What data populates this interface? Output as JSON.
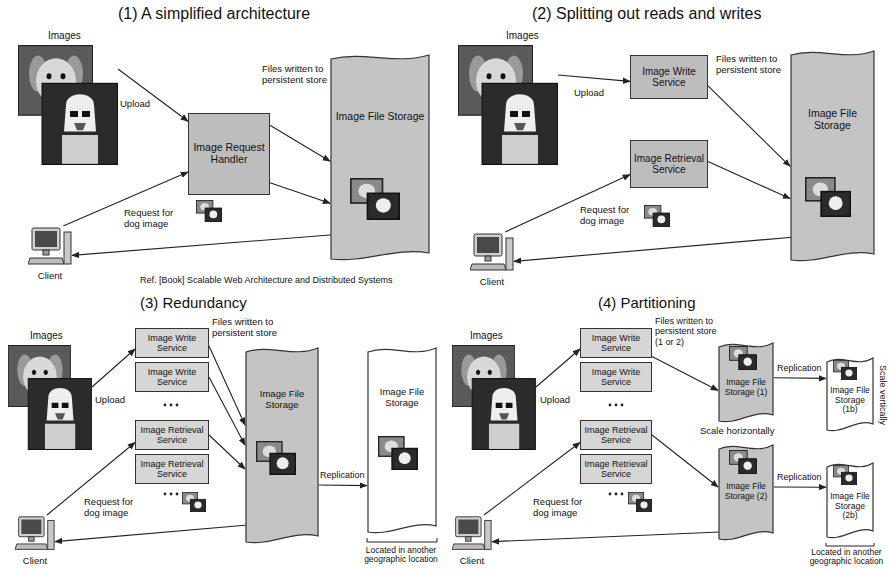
{
  "diagram": {
    "nodes": [
      {
        "text": [
          "Images"
        ]
      },
      {
        "text": [
          "Image Request Handler"
        ]
      },
      {
        "text": [
          "Image File Storage"
        ]
      },
      {
        "text": [
          "Client"
        ]
      },
      {
        "text": [
          "Images"
        ]
      },
      {
        "text": [
          "Image Write Service"
        ]
      },
      {
        "text": [
          "Image Retrieval Service"
        ]
      },
      {
        "text": [
          "Image File Storage"
        ]
      },
      {
        "text": [
          "Client"
        ]
      },
      {
        "text": [
          "Images"
        ]
      },
      {
        "text": [
          "Image Write Service"
        ]
      },
      {
        "text": [
          "Image Write Service"
        ]
      },
      {
        "text": [
          "Image Retrieval Service"
        ]
      },
      {
        "text": [
          "Image Retrieval Service"
        ]
      },
      {
        "text": [
          "Image File Storage"
        ]
      },
      {
        "text": [
          "Image File Storage"
        ]
      },
      {
        "text": [
          "Client"
        ]
      },
      {
        "text": [
          "Images"
        ]
      },
      {
        "text": [
          "Image Write Service"
        ]
      },
      {
        "text": [
          "Image Write Service"
        ]
      },
      {
        "text": [
          "Image Retrieval Service"
        ]
      },
      {
        "text": [
          "Image Retrieval Service"
        ]
      },
      {
        "text": [
          "Image File Storage (1)"
        ]
      },
      {
        "text": [
          "Image File Storage (2)"
        ]
      },
      {
        "text": [
          "Image File Storage (1b)"
        ]
      },
      {
        "text": [
          "Image File Storage (2b)"
        ]
      },
      {
        "text": [
          "Client"
        ]
      }
    ],
    "edges": [
      {
        "from": 0,
        "to": 1,
        "label": "Upload",
        "arrow": "to"
      },
      {
        "from": 1,
        "to": 2,
        "label": "Files written to persistent store",
        "arrow": "to"
      },
      {
        "from": 1,
        "to": 2,
        "arrow": "to"
      },
      {
        "from": 3,
        "to": 1,
        "label": "Request for dog image",
        "arrow": "to"
      },
      {
        "from": 2,
        "to": 3,
        "arrow": "to"
      },
      {
        "from": 4,
        "to": 5,
        "label": "Upload",
        "arrow": "to"
      },
      {
        "from": 5,
        "to": 7,
        "label": "Files written to persistent store",
        "arrow": "to"
      },
      {
        "from": 6,
        "to": 7,
        "arrow": "to"
      },
      {
        "from": 8,
        "to": 6,
        "label": "Request for dog image",
        "arrow": "to"
      },
      {
        "from": 7,
        "to": 8,
        "arrow": "to"
      },
      {
        "from": 9,
        "to": 10,
        "label": "Upload",
        "arrow": "to"
      },
      {
        "from": 10,
        "to": 14,
        "label": "Files written to persistent store",
        "arrow": "to"
      },
      {
        "from": 11,
        "to": 14,
        "arrow": "to"
      },
      {
        "from": 12,
        "to": 14,
        "arrow": "to"
      },
      {
        "from": 16,
        "to": 12,
        "label": "Request for dog image",
        "arrow": "to"
      },
      {
        "from": 14,
        "to": 16,
        "arrow": "to"
      },
      {
        "from": 14,
        "to": 15,
        "label": "Replication",
        "arrow": "to"
      },
      {
        "from": 17,
        "to": 18,
        "label": "Upload",
        "arrow": "to"
      },
      {
        "from": 18,
        "to": 22,
        "label": "Files written to persistent store (1 or 2)",
        "arrow": "to"
      },
      {
        "from": 20,
        "to": 23,
        "arrow": "to"
      },
      {
        "from": 26,
        "to": 20,
        "label": "Request for dog image",
        "arrow": "to"
      },
      {
        "from": 23,
        "to": 26,
        "arrow": "to"
      },
      {
        "from": 22,
        "to": 24,
        "label": "Replication",
        "arrow": "to"
      },
      {
        "from": 23,
        "to": 25,
        "label": "Replication",
        "arrow": "to"
      }
    ],
    "labels": [
      "(1) A simplified architecture",
      "(2) Splitting out reads and writes",
      "(3) Redundancy",
      "(4) Partitioning",
      "Ref. [Book] Scalable Web Architecture and Distributed Systems",
      "Scale horizontally",
      "Scale vertically",
      "Located in another geographic location",
      "Located in another geographic location"
    ]
  }
}
